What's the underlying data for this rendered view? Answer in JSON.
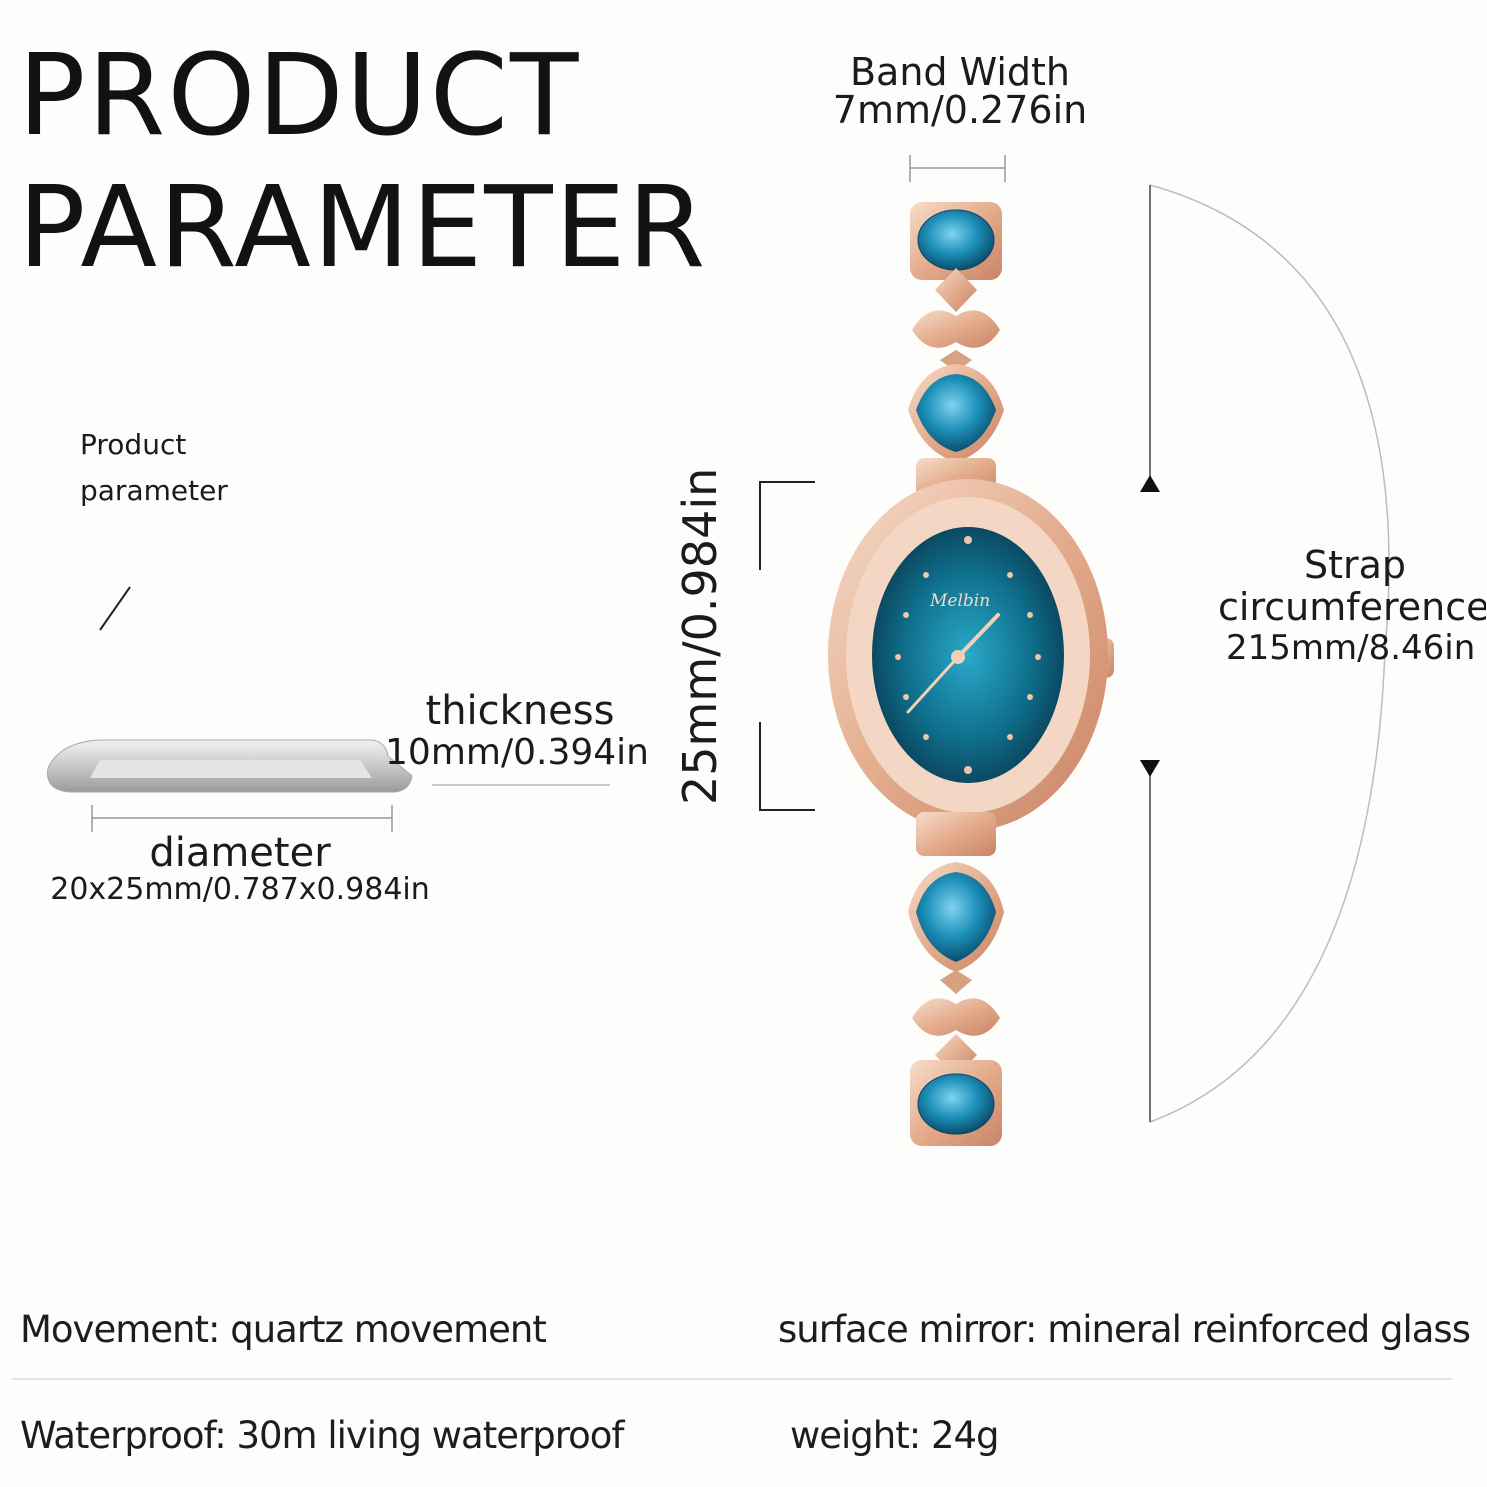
{
  "title": {
    "line1": "PRODUCT",
    "line2": "PARAMETER"
  },
  "subtitle": {
    "line1": "Product",
    "line2": "parameter"
  },
  "band_width": {
    "label": "Band Width",
    "value": "7mm/0.276in"
  },
  "thickness": {
    "label": "thickness",
    "value": "10mm/0.394in"
  },
  "diameter": {
    "label": "diameter",
    "value": "20x25mm/0.787x0.984in"
  },
  "dial_height": {
    "value": "25mm/0.984in"
  },
  "strap": {
    "label1": "Strap",
    "label2": "circumference",
    "value": "215mm/8.46in"
  },
  "watch": {
    "brand": "Melbin",
    "dial_color": "#0f6f8c",
    "case_color": "#e8b89c",
    "stone_color": "#1c8fb8"
  },
  "specs": {
    "movement": "Movement: quartz movement",
    "surface": "surface mirror: mineral reinforced glass",
    "waterproof": "Waterproof: 30m living waterproof",
    "weight": "weight: 24g"
  }
}
